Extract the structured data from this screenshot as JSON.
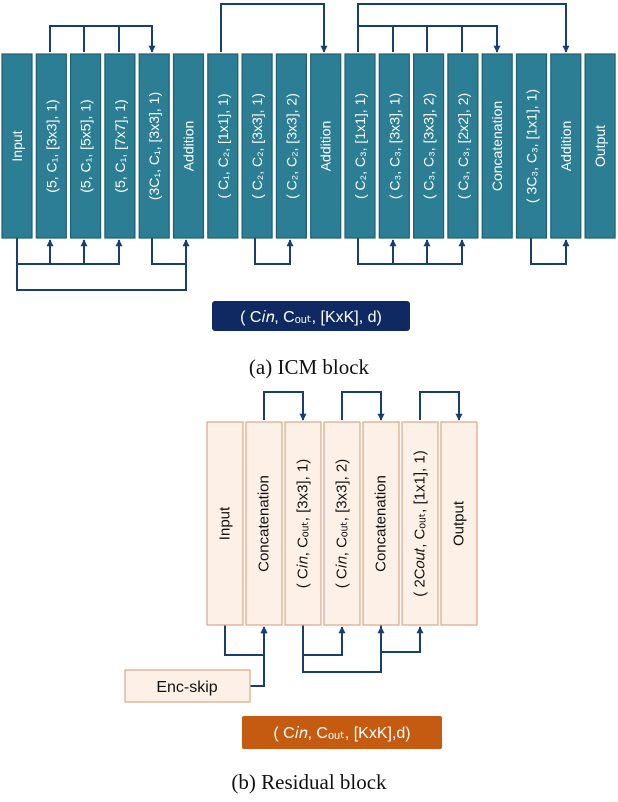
{
  "colors": {
    "icm_fill": "#2c7e95",
    "icm_stroke": "#1f5f72",
    "icm_text": "#ffffff",
    "res_fill": "#fdf0e6",
    "res_stroke": "#d9a886",
    "res_text": "#111111",
    "connector": "#1a3e6e",
    "legend_icm_fill": "#0f2a63",
    "legend_res_fill": "#c55a11",
    "legend_text": "#ffffff"
  },
  "icm": {
    "blocks": [
      {
        "id": "input",
        "label": "Input"
      },
      {
        "id": "conv5_3",
        "label": "(5, C₁, [3x3], 1)"
      },
      {
        "id": "conv5_5",
        "label": "(5, C₁, [5x5], 1)"
      },
      {
        "id": "conv5_7",
        "label": "(5, C₁, [7x7], 1)"
      },
      {
        "id": "conv3c1",
        "label": "(3C₁, C₁, [3x3], 1)"
      },
      {
        "id": "add1",
        "label": "Addition"
      },
      {
        "id": "c1c2_1x1",
        "label": "( C₁, C₂, [1x1], 1)"
      },
      {
        "id": "c2c2_3x3_1",
        "label": "( C₂, C₂, [3x3], 1)"
      },
      {
        "id": "c2c2_3x3_2",
        "label": "( C₂, C₂, [3x3], 2)"
      },
      {
        "id": "add2",
        "label": "Addition"
      },
      {
        "id": "c2c3_1x1",
        "label": "( C₂, C₃, [1x1], 1)"
      },
      {
        "id": "c3c3_3x3_1",
        "label": "( C₃, C₃, [3x3], 1)"
      },
      {
        "id": "c3c3_3x3_2",
        "label": "( C₃, C₃, [3x3], 2)"
      },
      {
        "id": "c3c3_2x2_2",
        "label": "( C₃, C₃, [2x2], 2)"
      },
      {
        "id": "concat",
        "label": "Concatenation"
      },
      {
        "id": "c3c3_1x1",
        "label": "( 3C₃, C₃, [1x1], 1)"
      },
      {
        "id": "add3",
        "label": "Addition"
      },
      {
        "id": "output",
        "label": "Output"
      }
    ],
    "legend": "( C𝑖𝑛,  Cₒᵤₜ, [KxK], d)",
    "caption": "(a) ICM block"
  },
  "residual": {
    "blocks": [
      {
        "id": "input",
        "label": "Input"
      },
      {
        "id": "concat1",
        "label": "Concatenation"
      },
      {
        "id": "conv_3x3_1",
        "label": "( C𝑖𝑛,  Cₒᵤₜ, [3x3], 1)"
      },
      {
        "id": "conv_3x3_2",
        "label": "( C𝑖𝑛,  Cₒᵤₜ, [3x3], 2)"
      },
      {
        "id": "concat2",
        "label": "Concatenation"
      },
      {
        "id": "conv_1x1",
        "label": "( 2C𝑜𝑢𝑡,  Cₒᵤₜ, [1x1], 1)"
      },
      {
        "id": "output",
        "label": "Output"
      }
    ],
    "enc_skip": "Enc-skip",
    "legend": "( C𝑖𝑛,  Cₒᵤₜ, [KxK],d)",
    "caption": "(b) Residual block"
  }
}
